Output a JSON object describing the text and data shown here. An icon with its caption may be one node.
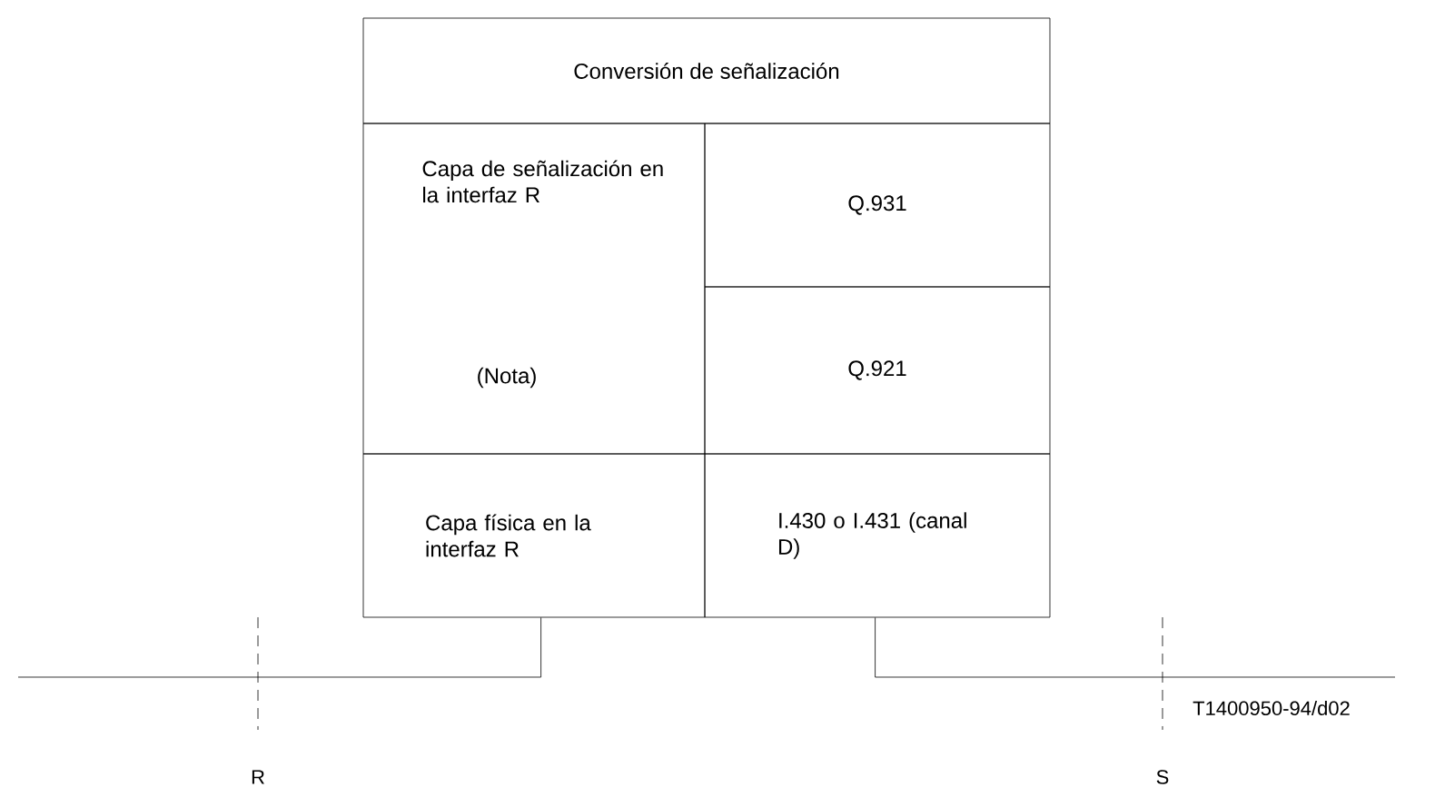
{
  "diagram": {
    "nodes": [
      {
        "text": [
          "Conversión de señalización"
        ]
      },
      {
        "text": [
          "Capa de señalización en la interfaz R",
          "(Nota)"
        ]
      },
      {
        "text": [
          "Q.931"
        ]
      },
      {
        "text": [
          "Q.921"
        ]
      },
      {
        "text": [
          "Capa física en la interfaz R"
        ]
      },
      {
        "text": [
          "I.430 o I.431 (canal D)"
        ]
      }
    ],
    "edges": [
      {
        "from": 4,
        "to": null,
        "arrow": "none"
      },
      {
        "from": 5,
        "to": null,
        "arrow": "none"
      }
    ],
    "labels": [
      "R",
      "S",
      "T1400950-94/d02"
    ]
  }
}
